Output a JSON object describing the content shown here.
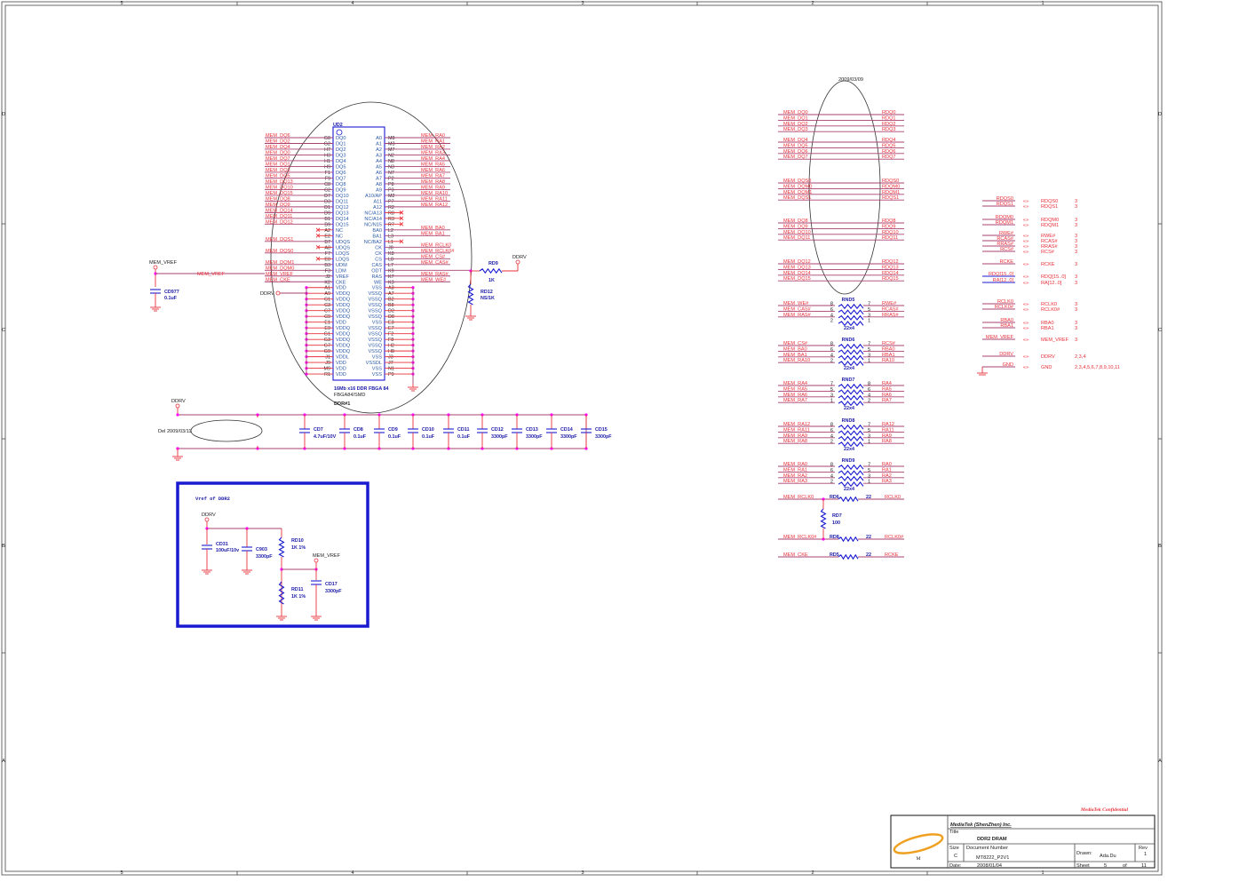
{
  "frame": {
    "cols": [
      "5",
      "4",
      "3",
      "2",
      "1"
    ],
    "rows": [
      "D",
      "C",
      "B",
      "A"
    ]
  },
  "chip": {
    "ref": "UD2",
    "desc": "16Mb x16 DDR FBGA 84",
    "footprint": "FBGA84/SMD",
    "name": "DDR#1",
    "power_net": "DDRV",
    "left_pins": [
      {
        "ball": "G8",
        "name": "DQ0",
        "net": "MEM_DQ6"
      },
      {
        "ball": "G2",
        "name": "DQ1",
        "net": "MEM_DQ2"
      },
      {
        "ball": "H7",
        "name": "DQ2",
        "net": "MEM_DQ4"
      },
      {
        "ball": "H3",
        "name": "DQ3",
        "net": "MEM_DQ0"
      },
      {
        "ball": "H1",
        "name": "DQ4",
        "net": "MEM_DQ7"
      },
      {
        "ball": "H9",
        "name": "DQ5",
        "net": "MEM_DQ1"
      },
      {
        "ball": "F1",
        "name": "DQ6",
        "net": "MEM_DQ3"
      },
      {
        "ball": "F9",
        "name": "DQ7",
        "net": "MEM_DQ5"
      },
      {
        "ball": "C8",
        "name": "DQ8",
        "net": "MEM_DQ13"
      },
      {
        "ball": "C2",
        "name": "DQ9",
        "net": "MEM_DQ10"
      },
      {
        "ball": "D7",
        "name": "DQ10",
        "net": "MEM_DQ15"
      },
      {
        "ball": "D3",
        "name": "DQ11",
        "net": "MEM_DQ8"
      },
      {
        "ball": "D1",
        "name": "DQ12",
        "net": "MEM_DQ9"
      },
      {
        "ball": "D9",
        "name": "DQ13",
        "net": "MEM_DQ14"
      },
      {
        "ball": "B1",
        "name": "DQ14",
        "net": "MEM_DQ11"
      },
      {
        "ball": "B9",
        "name": "DQ15",
        "net": "MEM_DQ12"
      },
      {
        "ball": "A2",
        "name": "NC",
        "net": ""
      },
      {
        "ball": "E2",
        "name": "NC",
        "net": ""
      },
      {
        "ball": "B7",
        "name": "UDQS",
        "net": "MEM_DQS1"
      },
      {
        "ball": "A8",
        "name": "UDQS",
        "net": ""
      },
      {
        "ball": "F7",
        "name": "LDQS",
        "net": "MEM_DQS0"
      },
      {
        "ball": "E8",
        "name": "LDQS",
        "net": ""
      },
      {
        "ball": "B3",
        "name": "UDM",
        "net": "MEM_DQM1"
      },
      {
        "ball": "F3",
        "name": "LDM",
        "net": "MEM_DQM0"
      },
      {
        "ball": "J2",
        "name": "VREF",
        "net": "MEM_VREF"
      },
      {
        "ball": "K2",
        "name": "CKE",
        "net": "MEM_CKE"
      },
      {
        "ball": "A1",
        "name": "VDD",
        "net": ""
      },
      {
        "ball": "A9",
        "name": "VDDQ",
        "net": ""
      },
      {
        "ball": "C1",
        "name": "VDDQ",
        "net": ""
      },
      {
        "ball": "C3",
        "name": "VDDQ",
        "net": ""
      },
      {
        "ball": "C7",
        "name": "VDDQ",
        "net": ""
      },
      {
        "ball": "C9",
        "name": "VDDQ",
        "net": ""
      },
      {
        "ball": "E1",
        "name": "VDD",
        "net": ""
      },
      {
        "ball": "E9",
        "name": "VDDQ",
        "net": ""
      },
      {
        "ball": "G1",
        "name": "VDDQ",
        "net": ""
      },
      {
        "ball": "G3",
        "name": "VDDQ",
        "net": ""
      },
      {
        "ball": "G7",
        "name": "VDDQ",
        "net": ""
      },
      {
        "ball": "G9",
        "name": "VDDQ",
        "net": ""
      },
      {
        "ball": "J1",
        "name": "VDDL",
        "net": ""
      },
      {
        "ball": "J9",
        "name": "VDD",
        "net": ""
      },
      {
        "ball": "M9",
        "name": "VDD",
        "net": ""
      },
      {
        "ball": "R1",
        "name": "VDD",
        "net": ""
      }
    ],
    "right_pins": [
      {
        "ball": "M8",
        "name": "A0",
        "net": "MEM_RA0"
      },
      {
        "ball": "M3",
        "name": "A1",
        "net": "MEM_RA1"
      },
      {
        "ball": "M7",
        "name": "A2",
        "net": "MEM_RA2"
      },
      {
        "ball": "N2",
        "name": "A3",
        "net": "MEM_RA3"
      },
      {
        "ball": "N8",
        "name": "A4",
        "net": "MEM_RA4"
      },
      {
        "ball": "N3",
        "name": "A5",
        "net": "MEM_RA5"
      },
      {
        "ball": "N7",
        "name": "A6",
        "net": "MEM_RA6"
      },
      {
        "ball": "P2",
        "name": "A7",
        "net": "MEM_RA7"
      },
      {
        "ball": "P8",
        "name": "A8",
        "net": "MEM_RA8"
      },
      {
        "ball": "P3",
        "name": "A9",
        "net": "MEM_RA9"
      },
      {
        "ball": "M2",
        "name": "A10/AP",
        "net": "MEM_RA10"
      },
      {
        "ball": "P7",
        "name": "A11",
        "net": "MEM_RA11"
      },
      {
        "ball": "R2",
        "name": "A12",
        "net": "MEM_RA12"
      },
      {
        "ball": "R8",
        "name": "NC/A13",
        "net": ""
      },
      {
        "ball": "R3",
        "name": "NC/A14",
        "net": ""
      },
      {
        "ball": "R7",
        "name": "NC/N15",
        "net": ""
      },
      {
        "ball": "L2",
        "name": "BA0",
        "net": "MEM_BA0"
      },
      {
        "ball": "L3",
        "name": "BA1",
        "net": "MEM_BA1"
      },
      {
        "ball": "L1",
        "name": "NC/BA2",
        "net": ""
      },
      {
        "ball": "J8",
        "name": "CK",
        "net": "MEM_RCLK0"
      },
      {
        "ball": "K8",
        "name": "CK",
        "net": "MEM_RCLK0#"
      },
      {
        "ball": "L8",
        "name": "CS",
        "net": "MEM_CS#"
      },
      {
        "ball": "L7",
        "name": "CAS",
        "net": "MEM_CAS#"
      },
      {
        "ball": "K9",
        "name": "ODT",
        "net": ""
      },
      {
        "ball": "K7",
        "name": "RAS",
        "net": "MEM_RAS#"
      },
      {
        "ball": "K3",
        "name": "WE",
        "net": "MEM_WE#"
      },
      {
        "ball": "A3",
        "name": "VSS",
        "net": ""
      },
      {
        "ball": "A7",
        "name": "VSSQ",
        "net": ""
      },
      {
        "ball": "B2",
        "name": "VSSQ",
        "net": ""
      },
      {
        "ball": "B8",
        "name": "VSSQ",
        "net": ""
      },
      {
        "ball": "D2",
        "name": "VSSQ",
        "net": ""
      },
      {
        "ball": "D8",
        "name": "VSSQ",
        "net": ""
      },
      {
        "ball": "E3",
        "name": "VSS",
        "net": ""
      },
      {
        "ball": "E7",
        "name": "VSSQ",
        "net": ""
      },
      {
        "ball": "F2",
        "name": "VSSQ",
        "net": ""
      },
      {
        "ball": "F8",
        "name": "VSSQ",
        "net": ""
      },
      {
        "ball": "H2",
        "name": "VSSQ",
        "net": ""
      },
      {
        "ball": "H8",
        "name": "VSSQ",
        "net": ""
      },
      {
        "ball": "J3",
        "name": "VSS",
        "net": ""
      },
      {
        "ball": "J7",
        "name": "VSSDL",
        "net": ""
      },
      {
        "ball": "N1",
        "name": "VSS",
        "net": ""
      },
      {
        "ball": "P9",
        "name": "VSS",
        "net": ""
      }
    ]
  },
  "vref_left": {
    "port": "MEM_VREF",
    "net": "MEM_VREF",
    "cap_ref": "CD977",
    "cap_val": "0.1uF"
  },
  "odt": {
    "r1_ref": "RD9",
    "r1_val": "1K",
    "r2_ref": "RD12",
    "r2_val": "NS/1K",
    "port": "DDRV"
  },
  "decoupling": {
    "port": "DDRV",
    "note": "Del 2009/03/11",
    "caps": [
      {
        "ref": "CD7",
        "val": "4.7uF/10V"
      },
      {
        "ref": "CD8",
        "val": "0.1uF"
      },
      {
        "ref": "CD9",
        "val": "0.1uF"
      },
      {
        "ref": "CD10",
        "val": "0.1uF"
      },
      {
        "ref": "CD11",
        "val": "0.1uF"
      },
      {
        "ref": "CD12",
        "val": "3300pF"
      },
      {
        "ref": "CD13",
        "val": "3300pF"
      },
      {
        "ref": "CD14",
        "val": "3300pF"
      },
      {
        "ref": "CD15",
        "val": "3300pF"
      }
    ]
  },
  "vref_box": {
    "title": "Vref of DDR2",
    "port": "DDRV",
    "out_port": "MEM_VREF",
    "cd31": {
      "ref": "CD31",
      "val": "100uF/10v"
    },
    "c903": {
      "ref": "C903",
      "val": "3300pF"
    },
    "rd10": {
      "ref": "RD10",
      "val": "1K 1%"
    },
    "rd11": {
      "ref": "RD11",
      "val": "1K 1%"
    },
    "cd17": {
      "ref": "CD17",
      "val": "3300pF"
    }
  },
  "dq_map": {
    "date": "2009/03/09",
    "groups": [
      [
        [
          "MEM_DQ0",
          "RDQ0"
        ],
        [
          "MEM_DQ1",
          "RDQ1"
        ],
        [
          "MEM_DQ2",
          "RDQ2"
        ],
        [
          "MEM_DQ3",
          "RDQ3"
        ]
      ],
      [
        [
          "MEM_DQ4",
          "RDQ4"
        ],
        [
          "MEM_DQ5",
          "RDQ5"
        ],
        [
          "MEM_DQ6",
          "RDQ6"
        ],
        [
          "MEM_DQ7",
          "RDQ7"
        ]
      ],
      [
        [
          "MEM_DQS0",
          "RDQS0"
        ],
        [
          "MEM_DQM0",
          "RDQM0"
        ],
        [
          "MEM_DQM1",
          "RDQM1"
        ],
        [
          "MEM_DQS1",
          "RDQS1"
        ]
      ],
      [
        [
          "MEM_DQ8",
          "RDQ8"
        ],
        [
          "MEM_DQ9",
          "RDQ9"
        ],
        [
          "MEM_DQ10",
          "RDQ10"
        ],
        [
          "MEM_DQ11",
          "RDQ11"
        ]
      ],
      [
        [
          "MEM_DQ12",
          "RDQ12"
        ],
        [
          "MEM_DQ13",
          "RDQ13"
        ],
        [
          "MEM_DQ14",
          "RDQ14"
        ],
        [
          "MEM_DQ15",
          "RDQ15"
        ]
      ]
    ]
  },
  "rnets": [
    {
      "ref": "RND5",
      "val": "22x4",
      "rows": [
        [
          "MEM_WE#",
          "8",
          "7",
          "RWE#"
        ],
        [
          "MEM_CAS#",
          "6",
          "5",
          "RCAS#"
        ],
        [
          "MEM_RAS#",
          "4",
          "3",
          "RRAS#"
        ],
        [
          "",
          "2",
          "1",
          ""
        ]
      ]
    },
    {
      "ref": "RND6",
      "val": "22x4",
      "rows": [
        [
          "MEM_CS#",
          "8",
          "7",
          "RCS#"
        ],
        [
          "MEM_BA0",
          "6",
          "5",
          "RBA0"
        ],
        [
          "MEM_BA1",
          "4",
          "3",
          "RBA1"
        ],
        [
          "MEM_RA10",
          "2",
          "1",
          "RA10"
        ]
      ]
    },
    {
      "ref": "RND7",
      "val": "22x4",
      "rows": [
        [
          "MEM_RA4",
          "7",
          "8",
          "RA4"
        ],
        [
          "MEM_RA5",
          "5",
          "6",
          "RA5"
        ],
        [
          "MEM_RA6",
          "3",
          "4",
          "RA6"
        ],
        [
          "MEM_RA7",
          "1",
          "2",
          "RA7"
        ]
      ]
    },
    {
      "ref": "RND8",
      "val": "22x4",
      "rows": [
        [
          "MEM_RA12",
          "8",
          "7",
          "RA12"
        ],
        [
          "MEM_RA11",
          "6",
          "5",
          "RA11"
        ],
        [
          "MEM_RA9",
          "4",
          "3",
          "RA9"
        ],
        [
          "MEM_RA8",
          "2",
          "1",
          "RA8"
        ]
      ]
    },
    {
      "ref": "RND9",
      "val": "22x4",
      "rows": [
        [
          "MEM_RA0",
          "8",
          "7",
          "RA0"
        ],
        [
          "MEM_RA1",
          "6",
          "5",
          "RA1"
        ],
        [
          "MEM_RA2",
          "4",
          "3",
          "RA2"
        ],
        [
          "MEM_RA3",
          "2",
          "1",
          "RA3"
        ]
      ]
    }
  ],
  "series_r": [
    {
      "in": "MEM_RCLK0",
      "ref": "RD6",
      "val": "22",
      "out": "RCLK0"
    },
    {
      "in": "MEM_RCLK0#",
      "ref": "RD8",
      "val": "22",
      "out": "RCLK0#"
    },
    {
      "in": "MEM_CKE",
      "ref": "RD5",
      "val": "22",
      "out": "RCKE"
    }
  ],
  "term_r": {
    "ref": "RD7",
    "val": "100"
  },
  "ports": [
    {
      "net": "RDQS0",
      "port": "RDQS0",
      "sheets": "3"
    },
    {
      "net": "RDQS1",
      "port": "RDQS1",
      "sheets": "3"
    },
    {
      "net": "RDQM0",
      "port": "RDQM0",
      "sheets": "3"
    },
    {
      "net": "RDQM1",
      "port": "RDQM1",
      "sheets": "3"
    },
    {
      "net": "RWE#",
      "port": "RWE#",
      "sheets": "3"
    },
    {
      "net": "RCAS#",
      "port": "RCAS#",
      "sheets": "3"
    },
    {
      "net": "RRAS#",
      "port": "RRAS#",
      "sheets": "3"
    },
    {
      "net": "RCS#",
      "port": "RCS#",
      "sheets": "3"
    },
    {
      "net": "RCKE",
      "port": "RCKE",
      "sheets": "3"
    },
    {
      "net": "RDQ[15..0]",
      "port": "RDQ[15..0]",
      "sheets": "3",
      "bus": true
    },
    {
      "net": "RA[12..0]",
      "port": "RA[12..0]",
      "sheets": "3",
      "bus": true
    },
    {
      "net": "RCLK0",
      "port": "RCLK0",
      "sheets": "3"
    },
    {
      "net": "RCLK0#",
      "port": "RCLK0#",
      "sheets": "3"
    },
    {
      "net": "RBA0",
      "port": "RBA0",
      "sheets": "3"
    },
    {
      "net": "RBA1",
      "port": "RBA1",
      "sheets": "3"
    },
    {
      "net": "MEM_VREF",
      "port": "MEM_VREF",
      "sheets": "3"
    },
    {
      "net": "DDRV",
      "port": "DDRV",
      "sheets": "2,3,4"
    },
    {
      "net": "GND",
      "port": "GND",
      "sheets": "2,3,4,5,6,7,8,9,10,11"
    }
  ],
  "title_block": {
    "confidential": "MediaTek Confidential",
    "company": "MediaTek (ShenZhen) Inc.",
    "logo_letter": "M",
    "title_label": "Title",
    "title": "DDR2 DRAM",
    "size_label": "Size",
    "size": "C",
    "doc_label": "Document Number",
    "doc": "MT8222_P2V1",
    "drawn_label": "Drawn:",
    "drawn": "Ada.Du",
    "rev_label": "Rev",
    "rev": "1",
    "date_label": "Date:",
    "date": "2008/01/04",
    "sheet_label": "Sheet",
    "sheet": "5",
    "of_label": "of",
    "total": "11"
  },
  "colors": {
    "net": "#e8303a",
    "wire": "#a84070",
    "component": "#1a1ad0",
    "junction": "#ff00ff",
    "pin": "#2a5aa8"
  }
}
